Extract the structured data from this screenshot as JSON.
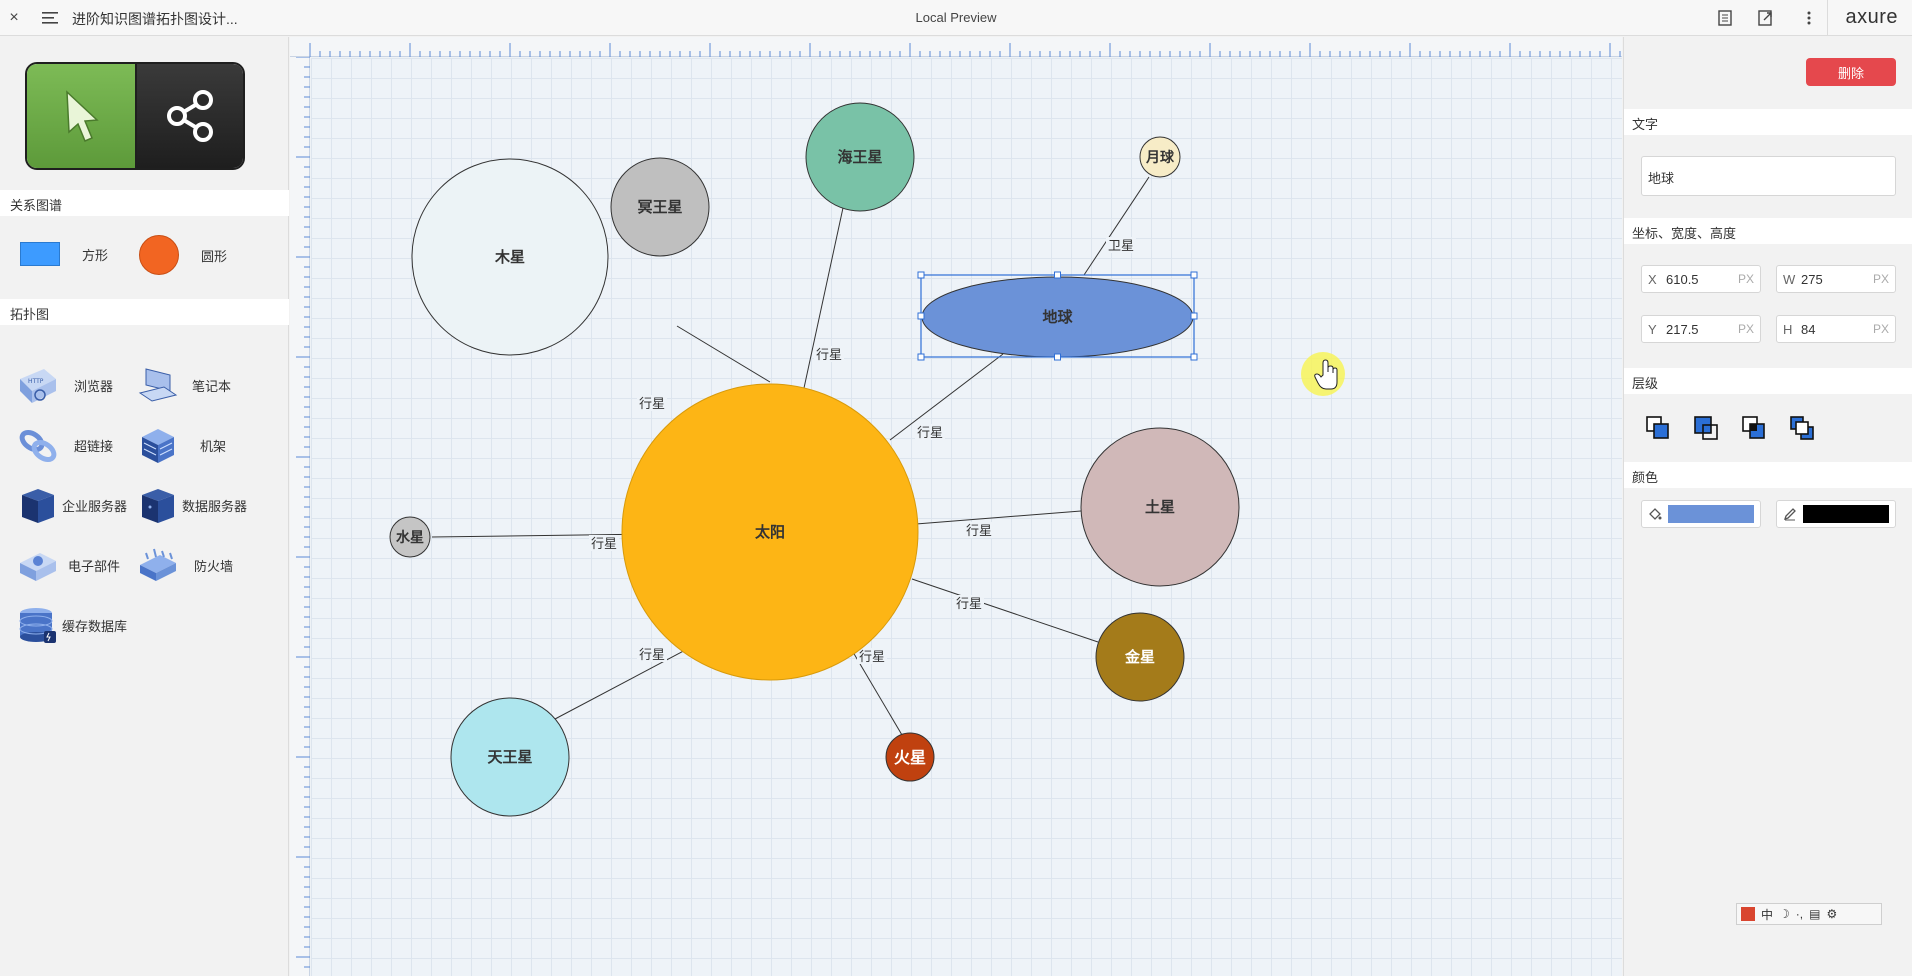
{
  "window": {
    "close_glyph": "×",
    "menu_icon": "hamburger-icon",
    "doc_title": "进阶知识图谱拓扑图设计...",
    "title": "Local Preview",
    "brand": "axure"
  },
  "left_panel": {
    "section_graph": "关系图谱",
    "section_topo": "拓扑图",
    "shapes": [
      {
        "label": "方形",
        "color": "#3d9bff"
      },
      {
        "label": "圆形",
        "color": "#f26522"
      }
    ],
    "topo_items": [
      {
        "label": "浏览器",
        "icon": "browser-icon"
      },
      {
        "label": "笔记本",
        "icon": "laptop-icon"
      },
      {
        "label": "超链接",
        "icon": "hyperlink-icon"
      },
      {
        "label": "机架",
        "icon": "rack-icon"
      },
      {
        "label": "企业服务器",
        "icon": "enterprise-server-icon"
      },
      {
        "label": "数据服务器",
        "icon": "data-server-icon"
      },
      {
        "label": "电子部件",
        "icon": "electronic-part-icon"
      },
      {
        "label": "防火墙",
        "icon": "firewall-icon"
      },
      {
        "label": "缓存数据库",
        "icon": "cache-database-icon"
      }
    ]
  },
  "diagram": {
    "nodes": [
      {
        "id": "sun",
        "label": "太阳",
        "fill": "#fdb515"
      },
      {
        "id": "jupiter",
        "label": "木星",
        "fill": "#ecf3f6"
      },
      {
        "id": "pluto",
        "label": "冥王星",
        "fill": "#bfbfbf"
      },
      {
        "id": "neptune",
        "label": "海王星",
        "fill": "#79c2a7"
      },
      {
        "id": "moon",
        "label": "月球",
        "fill": "#f7ecc7"
      },
      {
        "id": "earth",
        "label": "地球",
        "fill": "#6b92d8"
      },
      {
        "id": "saturn",
        "label": "土星",
        "fill": "#d0b8b8"
      },
      {
        "id": "venus",
        "label": "金星",
        "fill": "#a47b1a"
      },
      {
        "id": "mars",
        "label": "火星",
        "fill": "#c0410f"
      },
      {
        "id": "uranus",
        "label": "天王星",
        "fill": "#aee6ee"
      },
      {
        "id": "mercury",
        "label": "水星",
        "fill": "#c5c5c5"
      }
    ],
    "edge_labels": {
      "planet": "行星",
      "satellite": "卫星"
    }
  },
  "right_panel": {
    "delete_label": "删除",
    "text_section": "文字",
    "text_value": "地球",
    "geometry_section": "坐标、宽度、高度",
    "x": {
      "key": "X",
      "value": "610.5",
      "unit": "PX"
    },
    "w": {
      "key": "W",
      "value": "275",
      "unit": "PX"
    },
    "y": {
      "key": "Y",
      "value": "217.5",
      "unit": "PX"
    },
    "h": {
      "key": "H",
      "value": "84",
      "unit": "PX"
    },
    "layer_section": "层级",
    "color_section": "颜色",
    "fill_color": "#6b92d8",
    "stroke_color": "#000000"
  },
  "ime": {
    "lang": "中",
    "moon": "☽"
  }
}
